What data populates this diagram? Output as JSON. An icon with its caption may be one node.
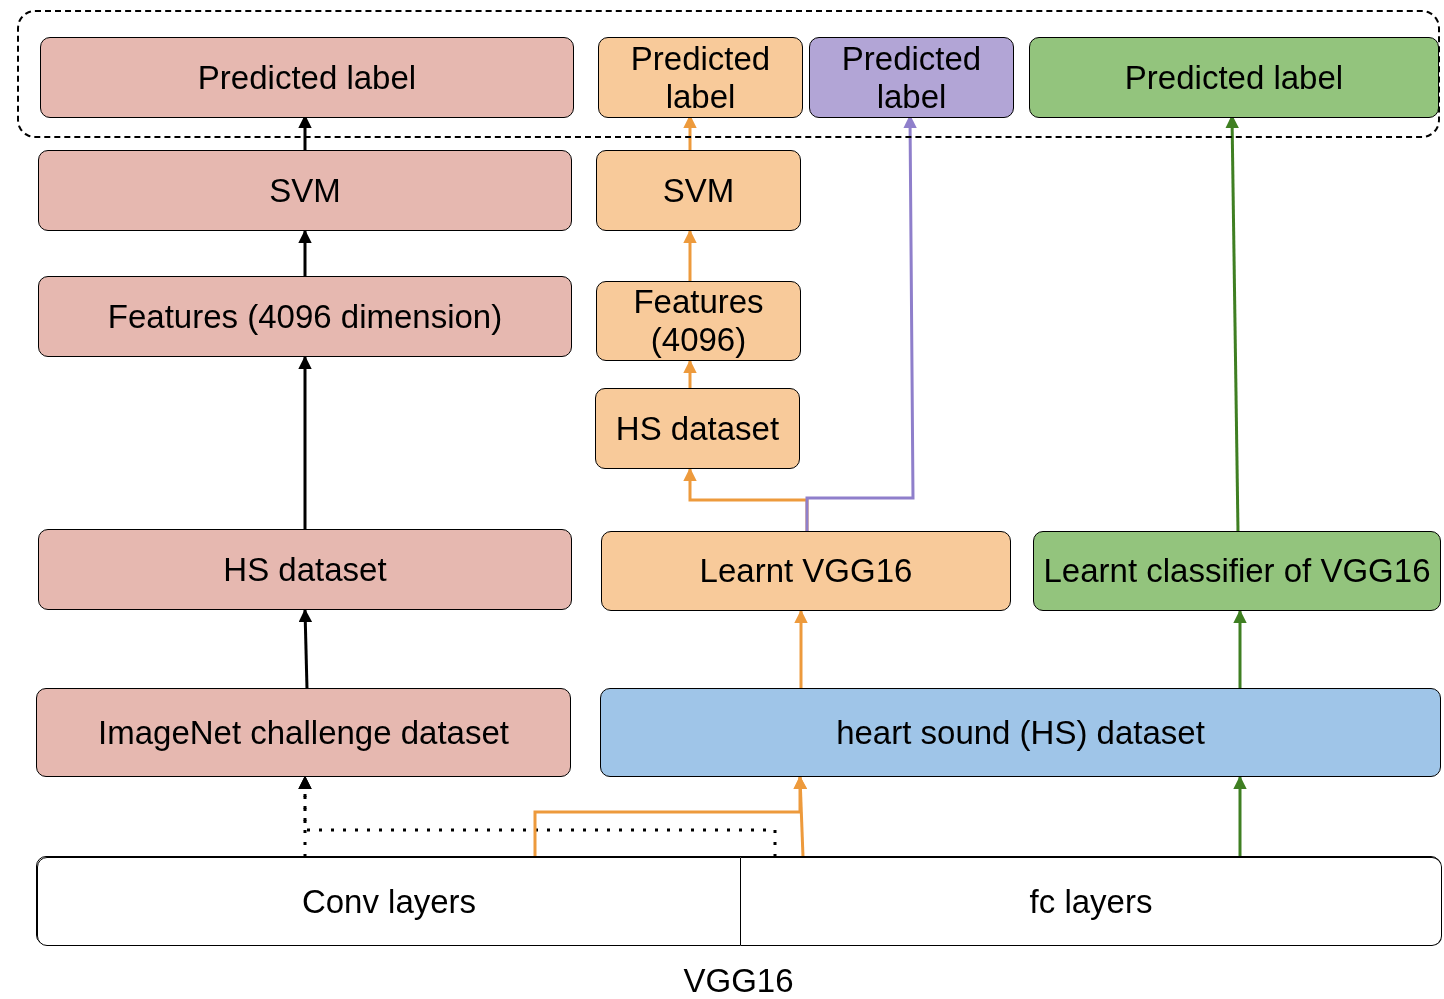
{
  "diagram": {
    "nodes": [
      {
        "text": [],
        "shape": "box"
      },
      {
        "text": [
          "Predicted label"
        ],
        "in": 0
      },
      {
        "text": [
          "Predicted label"
        ],
        "in": 0
      },
      {
        "text": [
          "Predicted label"
        ],
        "in": 0
      },
      {
        "text": [
          "Predicted label"
        ],
        "in": 0
      },
      {
        "text": [
          "SVM"
        ]
      },
      {
        "text": [
          "SVM"
        ]
      },
      {
        "text": [
          "Features (4096 dimension)"
        ]
      },
      {
        "text": [
          "Features (4096)"
        ]
      },
      {
        "text": [
          "HS dataset"
        ]
      },
      {
        "text": [
          "HS dataset"
        ]
      },
      {
        "text": [
          "Learnt VGG16"
        ]
      },
      {
        "text": [
          "Learnt classifier of VGG16"
        ]
      },
      {
        "text": [
          "ImageNet challenge dataset"
        ]
      },
      {
        "text": [
          "heart sound (HS) dataset"
        ]
      },
      {
        "text": [
          "VGG16"
        ]
      },
      {
        "text": [
          "Conv layers"
        ],
        "in": 15
      },
      {
        "text": [
          "fc layers"
        ],
        "in": 15
      }
    ],
    "edges": [
      {
        "from": 13,
        "to": 10,
        "arrow": "to",
        "color": "#000000"
      },
      {
        "from": 10,
        "to": 7,
        "arrow": "to",
        "color": "#000000"
      },
      {
        "from": 7,
        "to": 5,
        "arrow": "to",
        "color": "#000000"
      },
      {
        "from": 5,
        "to": 1,
        "arrow": "to",
        "color": "#000000"
      },
      {
        "from": 16,
        "to": 13,
        "arrow": "to",
        "style": "dashed",
        "color": "#000000"
      },
      {
        "from": 17,
        "to": 13,
        "arrow": "to",
        "style": "dashed",
        "color": "#000000"
      },
      {
        "from": 16,
        "to": 14,
        "arrow": "to",
        "color": "#ed9a3c"
      },
      {
        "from": 17,
        "to": 14,
        "arrow": "to",
        "color": "#ed9a3c"
      },
      {
        "from": 14,
        "to": 11,
        "arrow": "to",
        "color": "#ed9a3c"
      },
      {
        "from": 11,
        "to": 9,
        "arrow": "to",
        "color": "#ed9a3c"
      },
      {
        "from": 9,
        "to": 8,
        "arrow": "to",
        "color": "#ed9a3c"
      },
      {
        "from": 8,
        "to": 6,
        "arrow": "to",
        "color": "#ed9a3c"
      },
      {
        "from": 6,
        "to": 2,
        "arrow": "to",
        "color": "#ed9a3c"
      },
      {
        "from": 11,
        "to": 3,
        "arrow": "to",
        "color": "#8f7fcb"
      },
      {
        "from": 17,
        "to": 14,
        "arrow": "to",
        "color": "#3f7f22"
      },
      {
        "from": 14,
        "to": 12,
        "arrow": "to",
        "color": "#3f7f22"
      },
      {
        "from": 12,
        "to": 4,
        "arrow": "to",
        "color": "#3f7f22"
      }
    ]
  }
}
